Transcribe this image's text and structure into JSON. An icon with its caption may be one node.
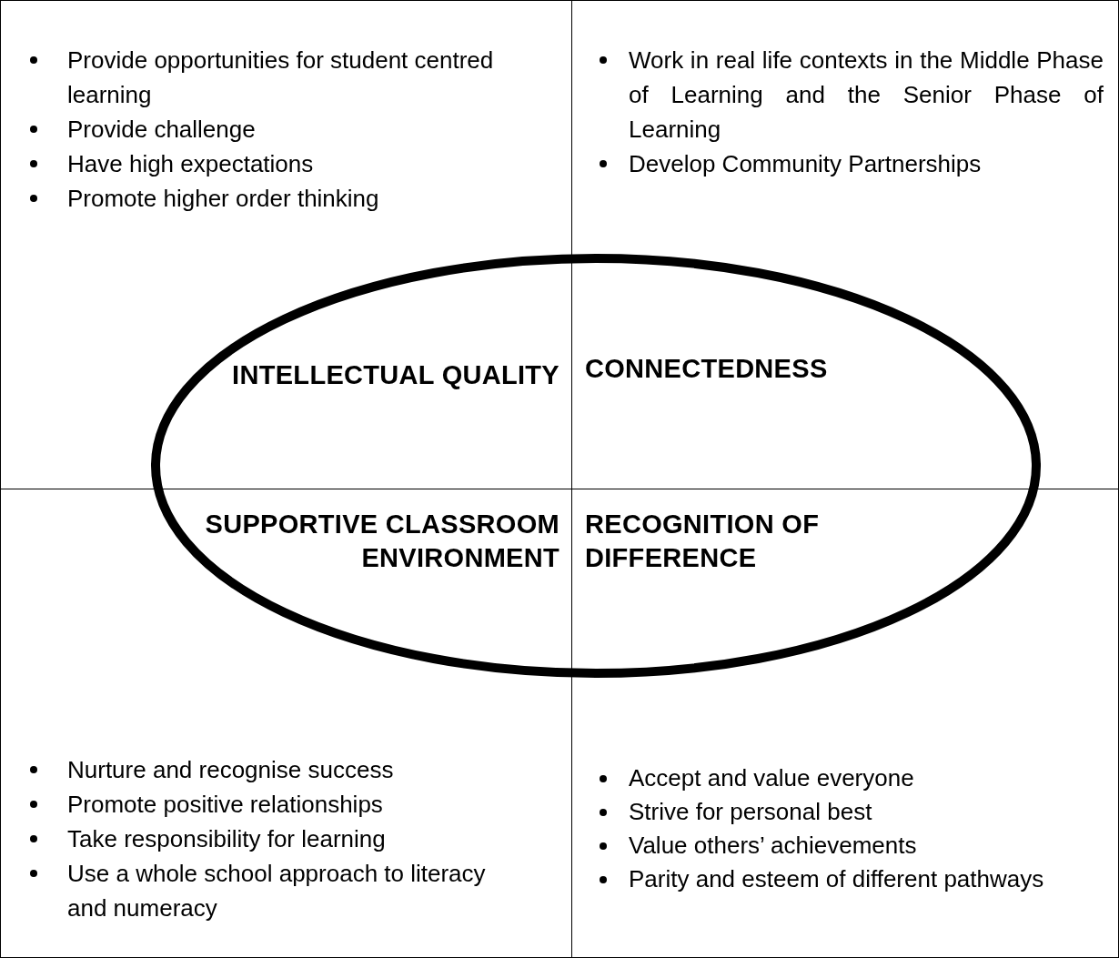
{
  "diagram": {
    "nodes": [
      {
        "text": [
          "Provide opportunities for student centred learning",
          "Provide challenge",
          "Have high expectations",
          "Promote higher order thinking",
          "INTELLECTUAL QUALITY"
        ]
      },
      {
        "text": [
          "Work in real life contexts in the Middle Phase of Learning and the Senior Phase of Learning",
          "Develop Community Partnerships",
          "CONNECTEDNESS"
        ]
      },
      {
        "text": [
          "SUPPORTIVE CLASSROOM ENVIRONMENT",
          "Nurture and recognise success",
          "Promote positive relationships",
          "Take responsibility for learning",
          "Use a whole school approach to literacy and numeracy"
        ]
      },
      {
        "text": [
          "RECOGNITION OF DIFFERENCE",
          "Accept and value everyone",
          "Strive for personal best",
          "Value others’ achievements",
          "Parity and esteem of different pathways"
        ]
      }
    ]
  }
}
